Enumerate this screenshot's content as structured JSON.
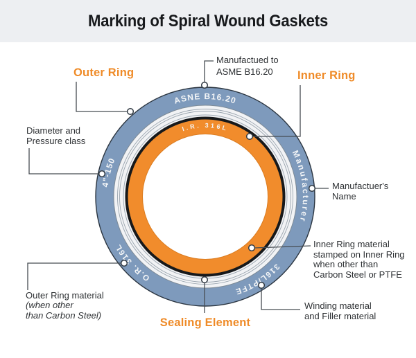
{
  "title": "Marking of Spiral Wound Gaskets",
  "colors": {
    "accent_orange": "#ef8b28",
    "ring_blue": "#7e9abc",
    "sealing_orange": "#f18c2c",
    "ring_black": "#17191b",
    "band_gray": "#edeff2"
  },
  "ring_markings": {
    "top_standard": "ASNE B16.20",
    "manufacturer": "Manufacturer",
    "size_pressure": "4\"-150",
    "outer_ring_material": "O.R. 316L",
    "winding_filler": "316L/PTFE",
    "inner_ring": "I.R. 316L"
  },
  "labels": {
    "outer_ring": "Outer Ring",
    "inner_ring": "Inner Ring",
    "sealing_element": "Sealing Element",
    "manufactured_to": {
      "line1": "Manufactued to",
      "line2": "ASME B16.20"
    },
    "diameter": {
      "line1": "Diameter and",
      "line2": "Pressure class"
    },
    "manufacturers_name": {
      "line1": "Manufactuer's",
      "line2": "Name"
    },
    "inner_ring_material": {
      "line1": "Inner Ring material",
      "line2": "stamped on Inner Ring",
      "line3": "when other than",
      "line4": "Carbon Steel or PTFE"
    },
    "outer_ring_material": {
      "line1": "Outer Ring material",
      "line2": "(when other",
      "line3": "than Carbon Steel)"
    },
    "winding_material": {
      "line1": "Winding material",
      "line2": "and Filler material"
    }
  }
}
